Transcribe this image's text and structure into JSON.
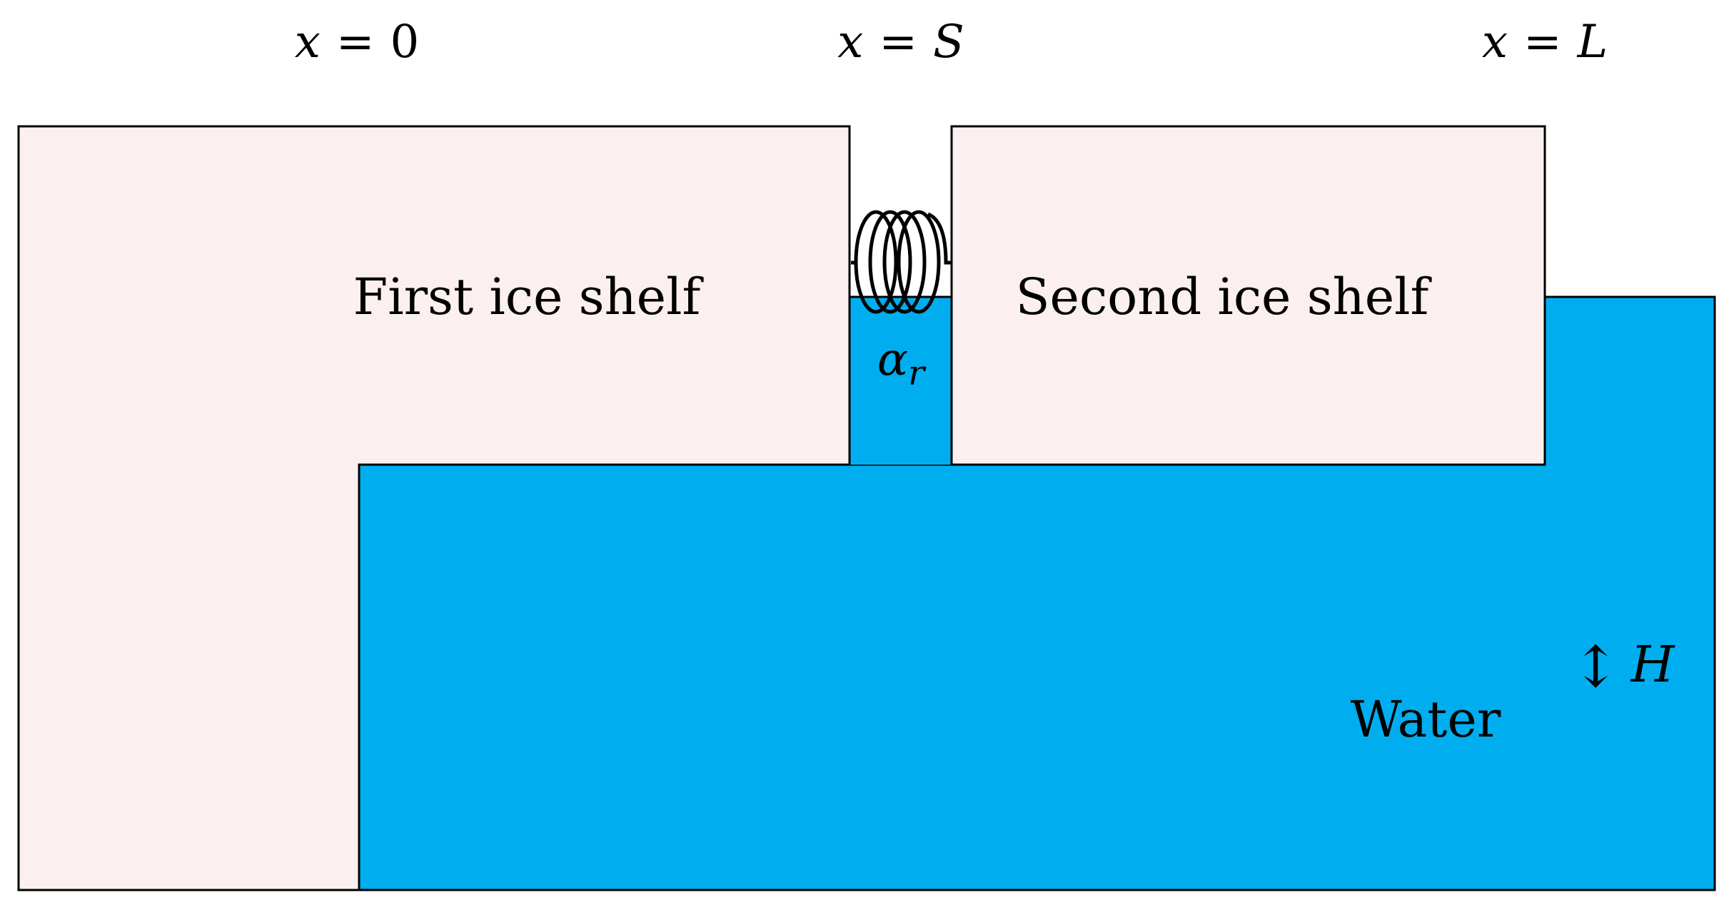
{
  "colors": {
    "ice": "#fbf0ef",
    "water": "#00aeef",
    "outline": "#000000",
    "text": "#000000"
  },
  "positions": {
    "x0": {
      "var": "x",
      "op": "=",
      "value": "0"
    },
    "xS": {
      "var": "x",
      "op": "=",
      "value": "S"
    },
    "xL": {
      "var": "x",
      "op": "=",
      "value": "L"
    }
  },
  "labels": {
    "first_shelf": "First ice shelf",
    "second_shelf": "Second ice shelf",
    "water": "Water",
    "spring_symbol": "α",
    "spring_subscript": "r",
    "depth_arrow": "↕",
    "depth_symbol": "H"
  }
}
